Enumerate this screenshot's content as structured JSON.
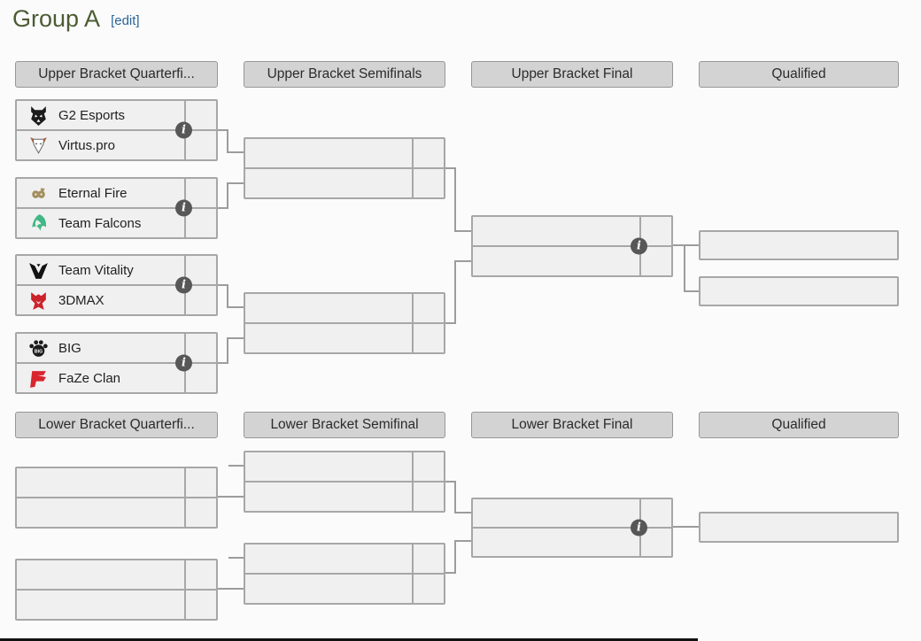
{
  "title": {
    "text": "Group A",
    "edit_link": "[edit]"
  },
  "headers": {
    "upper_quarterfinals": "Upper Bracket Quarterfi...",
    "upper_semifinals": "Upper Bracket Semifinals",
    "upper_final": "Upper Bracket Final",
    "upper_qualified": "Qualified",
    "lower_quarterfinals": "Lower Bracket Quarterfi...",
    "lower_semifinal": "Lower Bracket Semifinal",
    "lower_final": "Lower Bracket Final",
    "lower_qualified": "Qualified"
  },
  "matches": {
    "ubqf1": {
      "top": {
        "name": "G2 Esports",
        "score": ""
      },
      "bottom": {
        "name": "Virtus.pro",
        "score": ""
      }
    },
    "ubqf2": {
      "top": {
        "name": "Eternal Fire",
        "score": ""
      },
      "bottom": {
        "name": "Team Falcons",
        "score": ""
      }
    },
    "ubqf3": {
      "top": {
        "name": "Team Vitality",
        "score": ""
      },
      "bottom": {
        "name": "3DMAX",
        "score": ""
      }
    },
    "ubqf4": {
      "top": {
        "name": "BIG",
        "score": ""
      },
      "bottom": {
        "name": "FaZe Clan",
        "score": ""
      }
    },
    "ubsf1": {
      "top": {
        "name": "",
        "score": ""
      },
      "bottom": {
        "name": "",
        "score": ""
      }
    },
    "ubsf2": {
      "top": {
        "name": "",
        "score": ""
      },
      "bottom": {
        "name": "",
        "score": ""
      }
    },
    "ubf": {
      "top": {
        "name": "",
        "score": ""
      },
      "bottom": {
        "name": "",
        "score": ""
      }
    },
    "lbqf1": {
      "top": {
        "name": "",
        "score": ""
      },
      "bottom": {
        "name": "",
        "score": ""
      }
    },
    "lbqf2": {
      "top": {
        "name": "",
        "score": ""
      },
      "bottom": {
        "name": "",
        "score": ""
      }
    },
    "lbsf1": {
      "top": {
        "name": "",
        "score": ""
      },
      "bottom": {
        "name": "",
        "score": ""
      }
    },
    "lbsf2": {
      "top": {
        "name": "",
        "score": ""
      },
      "bottom": {
        "name": "",
        "score": ""
      }
    },
    "lbf": {
      "top": {
        "name": "",
        "score": ""
      },
      "bottom": {
        "name": "",
        "score": ""
      }
    }
  },
  "qualified_slots": {
    "upper_first": "",
    "upper_second": "",
    "lower_third": ""
  },
  "icons": {
    "info": "i"
  },
  "colors": {
    "title_green": "#4c5c33",
    "edit_link_blue": "#2a6496",
    "header_bg": "#d3d3d3",
    "row_bg": "#f0f0f0",
    "border_gray": "#a7a7a7",
    "connector_gray": "#9c9c9c",
    "info_badge": "#575757"
  }
}
